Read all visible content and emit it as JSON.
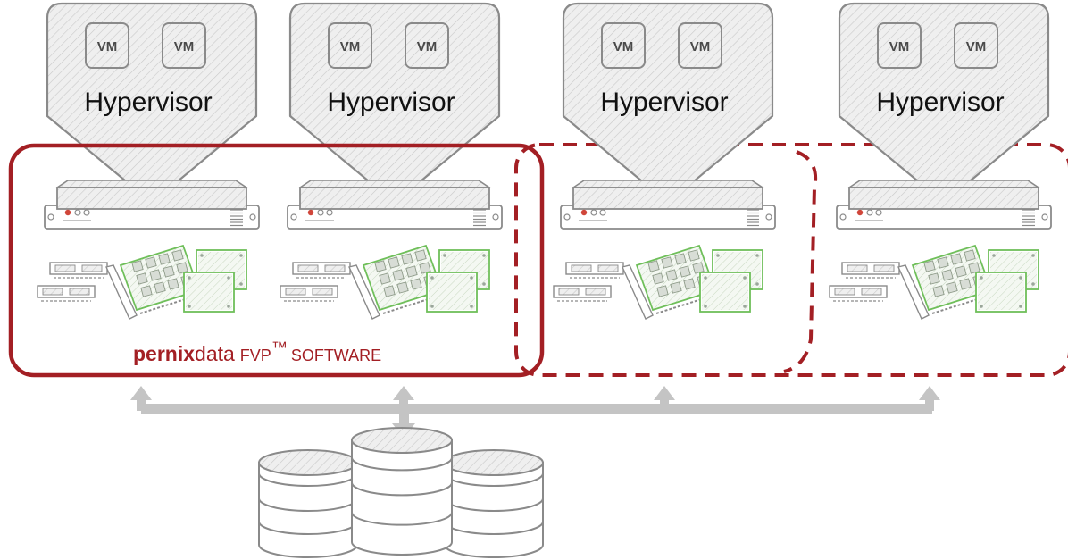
{
  "nodes": [
    {
      "hypervisor_label": "Hypervisor",
      "vms": [
        "VM",
        "VM"
      ]
    },
    {
      "hypervisor_label": "Hypervisor",
      "vms": [
        "VM",
        "VM"
      ]
    },
    {
      "hypervisor_label": "Hypervisor",
      "vms": [
        "VM",
        "VM"
      ]
    },
    {
      "hypervisor_label": "Hypervisor",
      "vms": [
        "VM",
        "VM"
      ]
    }
  ],
  "brand": {
    "part1": "perni",
    "part2": "x",
    "part3": "data",
    "product": "FVP",
    "tm": "™",
    "software": "SOFTWARE"
  },
  "colors": {
    "cluster_outline": "#a31f24",
    "connector": "#c4c4c4",
    "sketch_stroke": "#8a8a8a",
    "sketch_fill": "#ececec",
    "green_card": "#6fbf5a"
  }
}
